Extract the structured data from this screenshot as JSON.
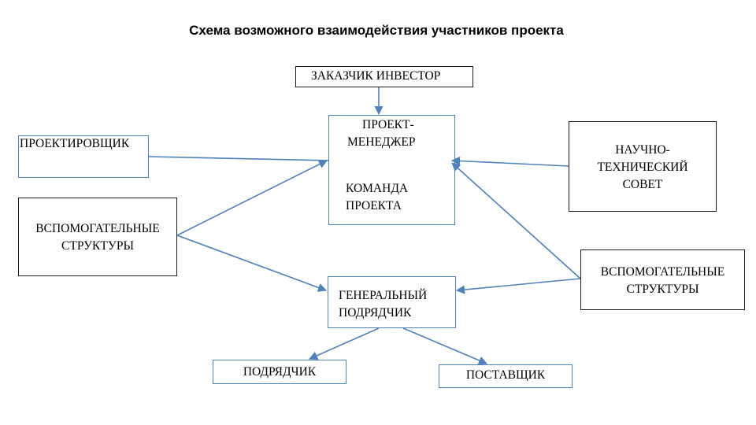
{
  "title": "Схема возможного взаимодействия участников проекта",
  "nodes": {
    "customer": "ЗАКАЗЧИК ИНВЕСТОР",
    "pm_line1": "ПРОЕКТ-",
    "pm_line2": "МЕНЕДЖЕР",
    "team_line1": "КОМАНДА",
    "team_line2": "ПРОЕКТА",
    "designer": "ПРОЕКТИРОВЩИК",
    "council_line1": "НАУЧНО-",
    "council_line2": "ТЕХНИЧЕСКИЙ",
    "council_line3": "СОВЕТ",
    "aux_left_line1": "ВСПОМОГАТЕЛЬНЫЕ",
    "aux_left_line2": "СТРУКТУРЫ",
    "aux_right_line1": "ВСПОМОГАТЕЛЬНЫЕ",
    "aux_right_line2": "СТРУКТУРЫ",
    "general_line1": "ГЕНЕРАЛЬНЫЙ",
    "general_line2": "ПОДРЯДЧИК",
    "subcontractor": "ПОДРЯДЧИК",
    "supplier": "ПОСТАВЩИК"
  },
  "colors": {
    "border_black": "#1a1a1a",
    "border_blue": "#4f81bd",
    "arrow": "#4f81bd"
  }
}
